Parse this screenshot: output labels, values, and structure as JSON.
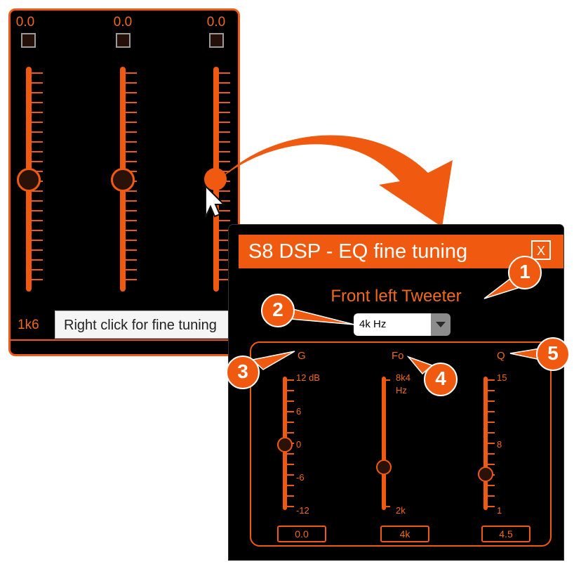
{
  "colors": {
    "accent": "#f05a10",
    "panel": "#000000",
    "knob_fill": "#2a1208"
  },
  "eq_panel": {
    "channels": [
      {
        "value": "0.0",
        "level": 0.5
      },
      {
        "value": "0.0",
        "level": 0.5
      },
      {
        "value": "0.0",
        "level": 0.5
      }
    ],
    "frequency_label": "1k6",
    "tooltip": "Right click for fine tuning"
  },
  "dialog": {
    "title": "S8 DSP - EQ fine tuning",
    "close_label": "X",
    "speaker": "Front left Tweeter",
    "frequency_select": "4k Hz",
    "params": [
      {
        "name": "G",
        "scale_top": "12 dB",
        "scale_marks": [
          "6",
          "0",
          "-6"
        ],
        "scale_bottom": "-12",
        "value": "0.0",
        "level": 0.5
      },
      {
        "name": "Fo",
        "scale_top": "8k4",
        "scale_unit": "Hz",
        "scale_bottom": "2k",
        "value": "4k",
        "level": 0.3
      },
      {
        "name": "Q",
        "scale_top": "15",
        "scale_marks": [
          "8"
        ],
        "scale_bottom": "1",
        "value": "4.5",
        "level": 0.25
      }
    ]
  },
  "callouts": [
    "1",
    "2",
    "3",
    "4",
    "5"
  ]
}
